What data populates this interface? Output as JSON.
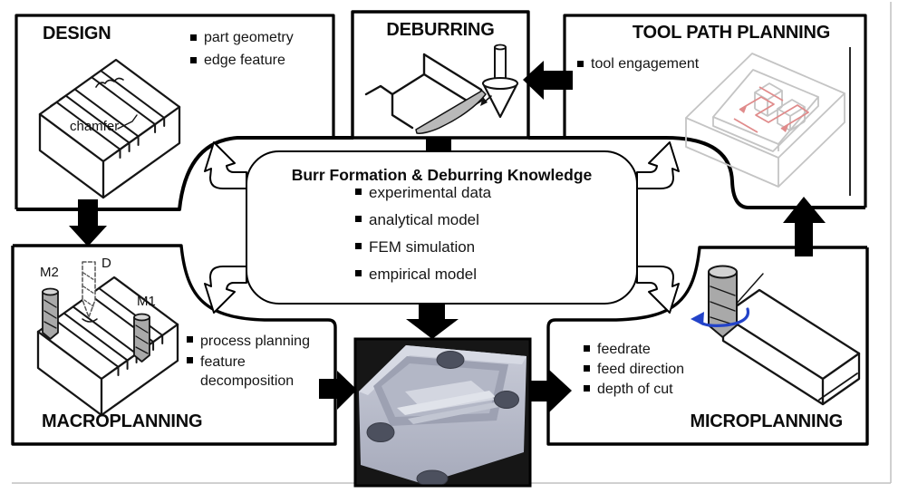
{
  "colors": {
    "toolpath_red": "#e08b8b",
    "rotation_blue": "#2343c9",
    "tool_gray": "#a9a9a9",
    "burr_gray": "#b9b9b9",
    "sketch_gray": "#c4c4c4",
    "frame_gray": "#c0c0c0"
  },
  "design": {
    "title": "DESIGN",
    "bullets": [
      "part geometry",
      "edge feature"
    ],
    "annotation": "chamfer"
  },
  "deburring": {
    "title": "DEBURRING"
  },
  "tool_path_planning": {
    "title": "TOOL PATH PLANNING",
    "bullets": [
      "tool engagement"
    ]
  },
  "knowledge": {
    "title": "Burr Formation & Deburring Knowledge",
    "bullets": [
      "experimental data",
      "analytical model",
      "FEM simulation",
      "empirical model"
    ]
  },
  "macroplanning": {
    "title": "MACROPLANNING",
    "bullets": [
      "process planning",
      "feature decomposition"
    ],
    "labels": {
      "m2": "M2",
      "d": "D",
      "m1": "M1"
    }
  },
  "microplanning": {
    "title": "MICROPLANNING",
    "bullets": [
      "feedrate",
      "feed direction",
      "depth of cut"
    ]
  }
}
